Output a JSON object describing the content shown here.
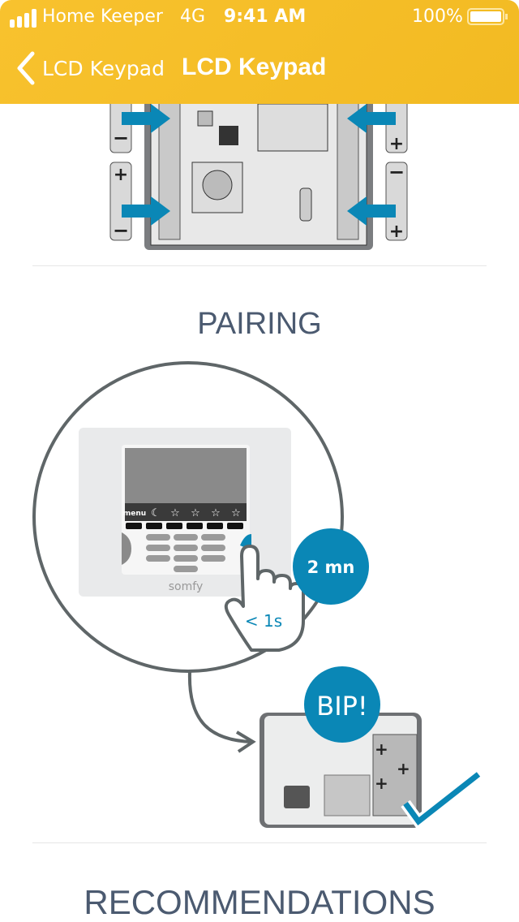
{
  "status_bar": {
    "carrier": "Home Keeper",
    "network": "4G",
    "time": "9:41 AM",
    "battery": "100%"
  },
  "nav": {
    "back_label": "LCD Keypad",
    "title": "LCD Keypad"
  },
  "sections": {
    "pairing": "PAIRING",
    "recommendations": "RECOMMENDATIONS"
  },
  "illustration": {
    "timer": "2 mn",
    "press": "< 1s",
    "beep": "BIP!",
    "keypad_brand": "somfy",
    "menu_key": "menu"
  },
  "colors": {
    "accent": "#f6c02a",
    "blue": "#0a87b6",
    "text": "#4b5a70"
  }
}
